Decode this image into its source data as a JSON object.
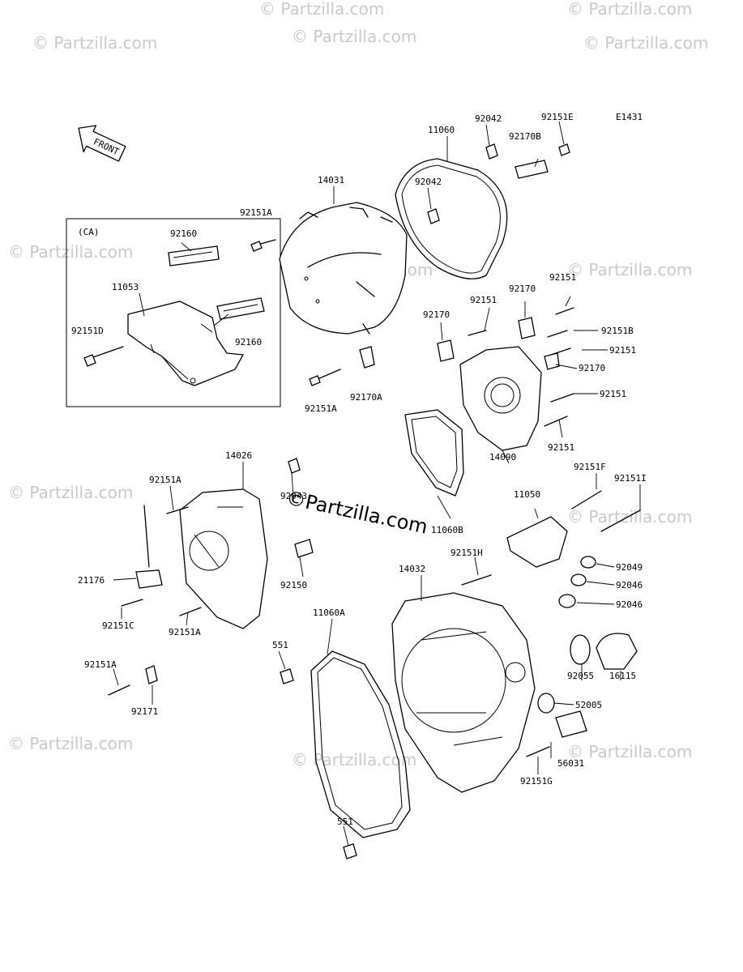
{
  "diagram": {
    "code": "E1431",
    "front_label": "FRONT",
    "region_label": "(CA)",
    "watermark": "© Partzilla.com",
    "watermark_center": "©Partzilla.com"
  },
  "part_labels": [
    "92042",
    "11060",
    "92151E",
    "92170B",
    "92042",
    "14031",
    "92151A",
    "92160",
    "11053",
    "92151D",
    "92160",
    "92151",
    "92170",
    "92151",
    "92170",
    "92151B",
    "92151",
    "92170",
    "92151",
    "92151A",
    "92170A",
    "92151",
    "14090",
    "11060B",
    "14026",
    "92151A",
    "92043",
    "92151F",
    "92151I",
    "11050",
    "21176",
    "92150",
    "92151H",
    "14032",
    "92049",
    "92046",
    "92046",
    "92151C",
    "92151A",
    "11060A",
    "551",
    "92055",
    "16115",
    "92151A",
    "52005",
    "92171",
    "56031",
    "92151G",
    "551"
  ]
}
